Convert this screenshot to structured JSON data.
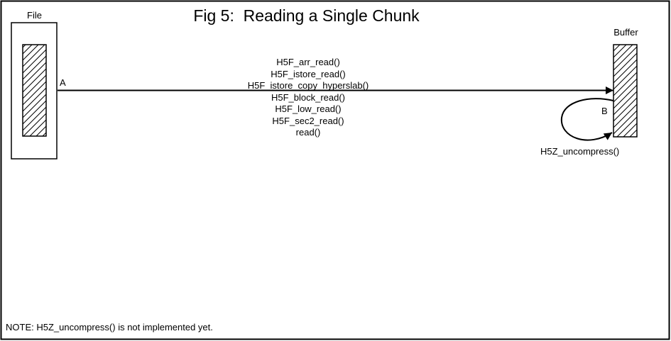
{
  "figure": {
    "title": "Fig 5:  Reading a Single Chunk",
    "note": "NOTE: H5Z_uncompress() is not implemented yet."
  },
  "file": {
    "label": "File"
  },
  "buffer": {
    "label": "Buffer"
  },
  "read_path": {
    "marker": "A",
    "calls": [
      "H5F_arr_read()",
      "H5F_istore_read()",
      "H5F_istore_copy_hyperslab()",
      "H5F_block_read()",
      "H5F_low_read()",
      "H5F_sec2_read()",
      "read()"
    ]
  },
  "uncompress_loop": {
    "marker": "B",
    "caption": "H5Z_uncompress()"
  },
  "colors": {
    "ink": "#000000",
    "background": "#ffffff"
  }
}
